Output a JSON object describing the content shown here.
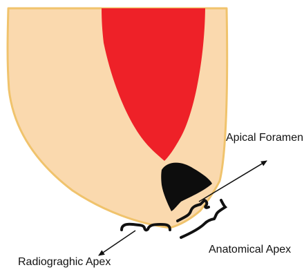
{
  "labels": {
    "apical_foramen": "Apical Foramen",
    "anatomical_apex": "Anatomical Apex",
    "radiographic_apex": "Radiograghic Apex"
  },
  "colors": {
    "root_fill": "#FAD9AE",
    "root_outline": "#F0C36C",
    "pulp_canal": "#EE2128",
    "apical_foramen": "#0D0D0D",
    "arrows": "#111111",
    "background": "#FFFFFF"
  }
}
